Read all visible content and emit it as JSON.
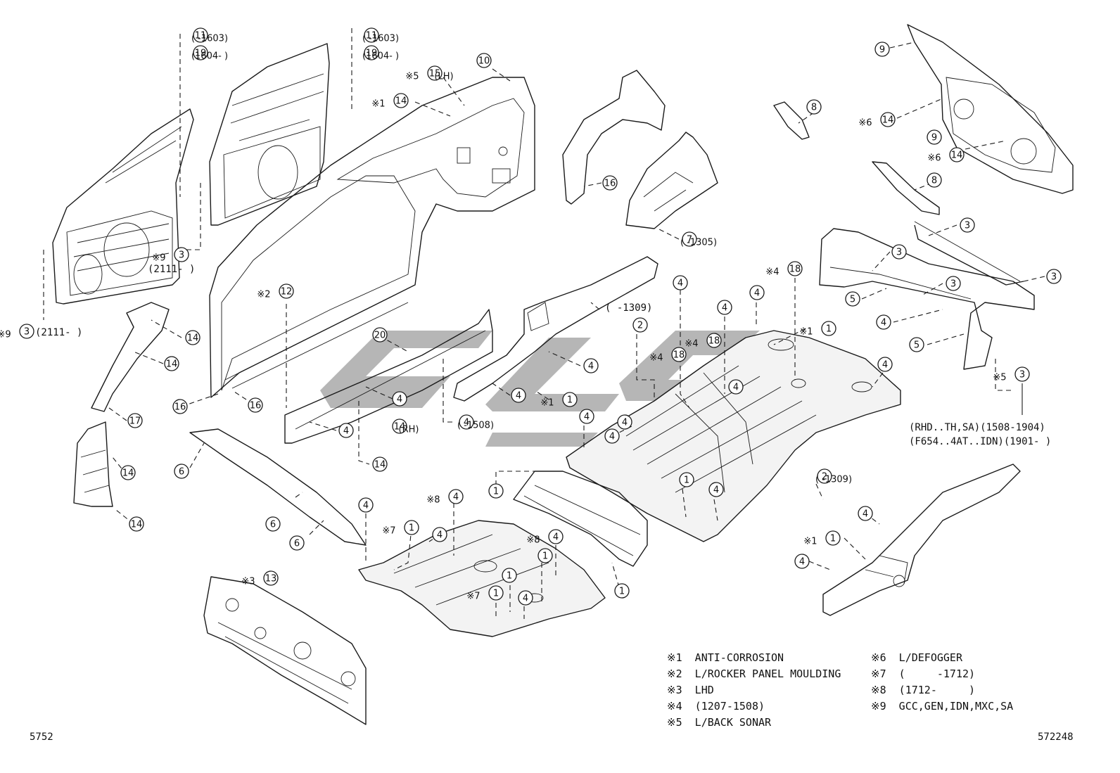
{
  "diagram": {
    "callouts": [
      {
        "id": "c1",
        "num": "11",
        "note": "(     -1603)"
      },
      {
        "id": "c2",
        "num": "19",
        "note": "(1604-     )"
      },
      {
        "id": "c3",
        "num": "11",
        "note": "(     -1603)"
      },
      {
        "id": "c4",
        "num": "19",
        "note": "(1604-     )"
      },
      {
        "id": "c5",
        "num": "10",
        "note": ""
      },
      {
        "id": "c6",
        "num": "15",
        "note": "※5",
        "suffix": "(LH)"
      },
      {
        "id": "c7",
        "num": "14",
        "note": "※1"
      },
      {
        "id": "c8",
        "num": "9",
        "note": ""
      },
      {
        "id": "c9",
        "num": "14",
        "note": "※6"
      },
      {
        "id": "c10",
        "num": "9",
        "note": ""
      },
      {
        "id": "c11",
        "num": "14",
        "note": "※6"
      },
      {
        "id": "c12",
        "num": "8",
        "note": ""
      },
      {
        "id": "c13",
        "num": "8",
        "note": ""
      },
      {
        "id": "c14",
        "num": "16",
        "note": ""
      },
      {
        "id": "c15",
        "num": "7",
        "note": "(     -1305)"
      },
      {
        "id": "c16",
        "num": "3",
        "note": "※9"
      },
      {
        "id": "c17",
        "num": "3",
        "note": ""
      },
      {
        "id": "c18",
        "num": "3",
        "note": ""
      },
      {
        "id": "c19",
        "num": "3",
        "note": ""
      },
      {
        "id": "c20",
        "num": "3",
        "note": ""
      },
      {
        "id": "c21",
        "num": "5",
        "note": ""
      },
      {
        "id": "c22",
        "num": "5",
        "note": ""
      },
      {
        "id": "c23",
        "num": "4",
        "note": ""
      },
      {
        "id": "c24",
        "num": "3",
        "note": "※5"
      },
      {
        "id": "c25",
        "num": "3",
        "note": "※9"
      },
      {
        "id": "c26",
        "num": "12",
        "note": "※2"
      },
      {
        "id": "c27",
        "num": "14",
        "note": ""
      },
      {
        "id": "c28",
        "num": "14",
        "note": ""
      },
      {
        "id": "c29",
        "num": "17",
        "note": ""
      },
      {
        "id": "c30",
        "num": "16",
        "note": ""
      },
      {
        "id": "c31",
        "num": "16",
        "note": ""
      },
      {
        "id": "c32",
        "num": "20",
        "note": ""
      },
      {
        "id": "c33",
        "num": "4",
        "note": ""
      },
      {
        "id": "c34",
        "num": "4",
        "note": ""
      },
      {
        "id": "c35",
        "num": "14",
        "note": "",
        "suffix": "(RH)"
      },
      {
        "id": "c36",
        "num": "4",
        "note": "",
        "suffix": "(     -1508)"
      },
      {
        "id": "c37",
        "num": "14",
        "note": ""
      },
      {
        "id": "c38",
        "num": "4",
        "note": ""
      },
      {
        "id": "c39",
        "num": "4",
        "note": ""
      },
      {
        "id": "c40",
        "num": "1",
        "note": "※1"
      },
      {
        "id": "c41",
        "num": "2",
        "note": ""
      },
      {
        "id": "c42",
        "num": "18",
        "note": "※4"
      },
      {
        "id": "c43",
        "num": "18",
        "note": "※4"
      },
      {
        "id": "c44",
        "num": "18",
        "note": "※4"
      },
      {
        "id": "c45",
        "num": "4",
        "note": ""
      },
      {
        "id": "c46",
        "num": "4",
        "note": ""
      },
      {
        "id": "c47",
        "num": "4",
        "note": ""
      },
      {
        "id": "c48",
        "num": "4",
        "note": ""
      },
      {
        "id": "c49",
        "num": "1",
        "note": "※1"
      },
      {
        "id": "c50",
        "num": "4",
        "note": ""
      },
      {
        "id": "c51",
        "num": "4",
        "note": ""
      },
      {
        "id": "c52",
        "num": "4",
        "note": ""
      },
      {
        "id": "c53",
        "num": "4",
        "note": ""
      },
      {
        "id": "c54",
        "num": "1",
        "note": ""
      },
      {
        "id": "c55",
        "num": "4",
        "note": ""
      },
      {
        "id": "c56",
        "num": "2",
        "note": "",
        "suffix": "(     -1309)"
      },
      {
        "id": "c57",
        "num": "14",
        "note": ""
      },
      {
        "id": "c58",
        "num": "14",
        "note": ""
      },
      {
        "id": "c59",
        "num": "6",
        "note": ""
      },
      {
        "id": "c60",
        "num": "6",
        "note": ""
      },
      {
        "id": "c61",
        "num": "6",
        "note": ""
      },
      {
        "id": "c62",
        "num": "4",
        "note": ""
      },
      {
        "id": "c63",
        "num": "4",
        "note": "※8"
      },
      {
        "id": "c64",
        "num": "1",
        "note": ""
      },
      {
        "id": "c65",
        "num": "1",
        "note": "※7"
      },
      {
        "id": "c66",
        "num": "4",
        "note": ""
      },
      {
        "id": "c67",
        "num": "4",
        "note": "※8"
      },
      {
        "id": "c68",
        "num": "1",
        "note": ""
      },
      {
        "id": "c69",
        "num": "1",
        "note": ""
      },
      {
        "id": "c70",
        "num": "1",
        "note": "※7"
      },
      {
        "id": "c71",
        "num": "4",
        "note": ""
      },
      {
        "id": "c72",
        "num": "1",
        "note": ""
      },
      {
        "id": "c73",
        "num": "13",
        "note": "※3"
      },
      {
        "id": "c74",
        "num": "4",
        "note": ""
      },
      {
        "id": "c75",
        "num": "1",
        "note": "※1"
      },
      {
        "id": "c76",
        "num": "4",
        "note": ""
      }
    ],
    "texts": {
      "t_2111_a": "(2111-     )",
      "t_2111_b": "(2111-     )",
      "t_1309_a": "(     -1309)",
      "t_rhd": "(RHD..TH,SA)(1508-1904)",
      "t_f654": "(F654..4AT..IDN)(1901-     )"
    }
  },
  "legend": {
    "col1": [
      "※1  ANTI-CORROSION",
      "※2  L/ROCKER PANEL MOULDING",
      "※3  LHD",
      "※4  (1207-1508)",
      "※5  L/BACK SONAR"
    ],
    "col2": [
      "※6  L/DEFOGGER",
      "※7  (     -1712)",
      "※8  (1712-     )",
      "※9  GCC,GEN,IDN,MXC,SA"
    ]
  },
  "codes": {
    "left": "5752",
    "right": "572248"
  }
}
